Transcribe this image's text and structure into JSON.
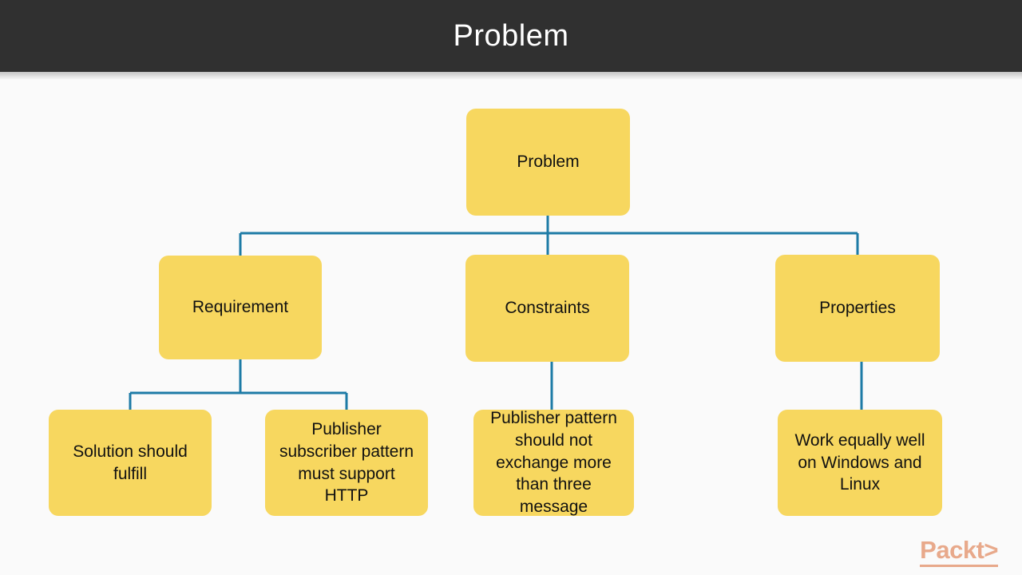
{
  "header": {
    "title": "Problem"
  },
  "colors": {
    "header_background": "#303030",
    "header_text": "#ffffff",
    "slide_background": "#fafafa",
    "node_fill": "#f7d75f",
    "node_text": "#111111",
    "connector": "#1d7ba6",
    "logo": "#e8a98b"
  },
  "diagram": {
    "type": "tree",
    "nodes": {
      "root": {
        "id": "problem",
        "label": "Problem"
      },
      "level1": [
        {
          "id": "requirement",
          "label": "Requirement"
        },
        {
          "id": "constraints",
          "label": "Constraints"
        },
        {
          "id": "properties",
          "label": "Properties"
        }
      ],
      "level2": [
        {
          "id": "solution-fulfill",
          "parent": "requirement",
          "label": "Solution should\nfulfill"
        },
        {
          "id": "pubsub-http",
          "parent": "requirement",
          "label": "Publisher\nsubscriber pattern\nmust support\nHTTP"
        },
        {
          "id": "three-message",
          "parent": "constraints",
          "label": "Publisher pattern\nshould  not\nexchange  more\nthan three\nmessage"
        },
        {
          "id": "windows-linux",
          "parent": "properties",
          "label": "Work equally well\non Windows and\nLinux"
        }
      ]
    }
  },
  "logo": {
    "wordmark": "Packt>"
  }
}
